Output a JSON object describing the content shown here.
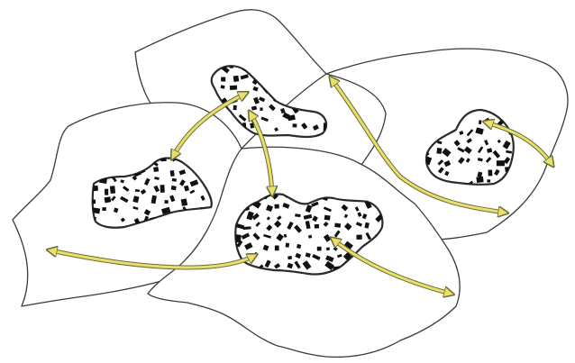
{
  "colors": {
    "background": "#ffffff",
    "region_stroke": "#3a3a3a",
    "patch_stroke": "#2b2b2b",
    "patch_fill": "#ffffff",
    "speckle": "#111111",
    "arrow_fill": "#e8e06a",
    "arrow_outline": "#6b6b3a"
  },
  "regions": [
    {
      "id": "region-top-center"
    },
    {
      "id": "region-left"
    },
    {
      "id": "region-right"
    },
    {
      "id": "region-bottom-center"
    }
  ],
  "patches": [
    {
      "id": "patch-top-center"
    },
    {
      "id": "patch-left"
    },
    {
      "id": "patch-right"
    },
    {
      "id": "patch-bottom-center"
    }
  ],
  "arrows": [
    {
      "id": "arrow-top-to-left",
      "kind": "double-headed"
    },
    {
      "id": "arrow-top-to-bottom",
      "kind": "double-headed"
    },
    {
      "id": "arrow-bottom-to-far-left",
      "kind": "double-headed"
    },
    {
      "id": "arrow-bottom-to-lower-right",
      "kind": "double-headed"
    },
    {
      "id": "arrow-right-region-diagonal",
      "kind": "double-headed"
    },
    {
      "id": "arrow-right-patch-to-edge",
      "kind": "double-headed"
    }
  ]
}
